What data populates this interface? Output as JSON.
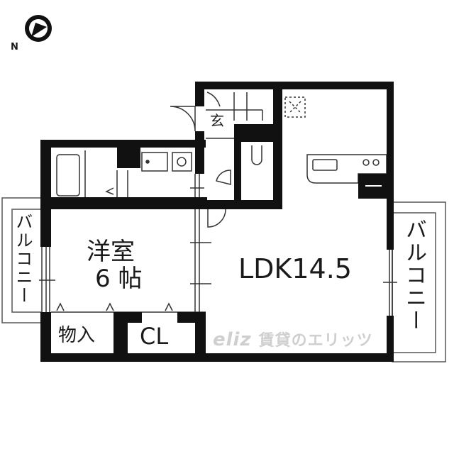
{
  "compass": {
    "label": "N",
    "icon": "north-arrow-icon"
  },
  "rooms": {
    "western_room_name": "洋室",
    "western_room_size": "6 帖",
    "ldk": "LDK14.5",
    "storage": "物入",
    "closet": "CL",
    "entrance": "玄",
    "balcony_left": "バルコニー",
    "balcony_right": "バルコニー"
  },
  "watermark": {
    "logo": "eliz",
    "text": "賃貸のエリッツ"
  },
  "colors": {
    "wall": "#111111",
    "line": "#333333",
    "watermark": "#cfcfcf"
  }
}
